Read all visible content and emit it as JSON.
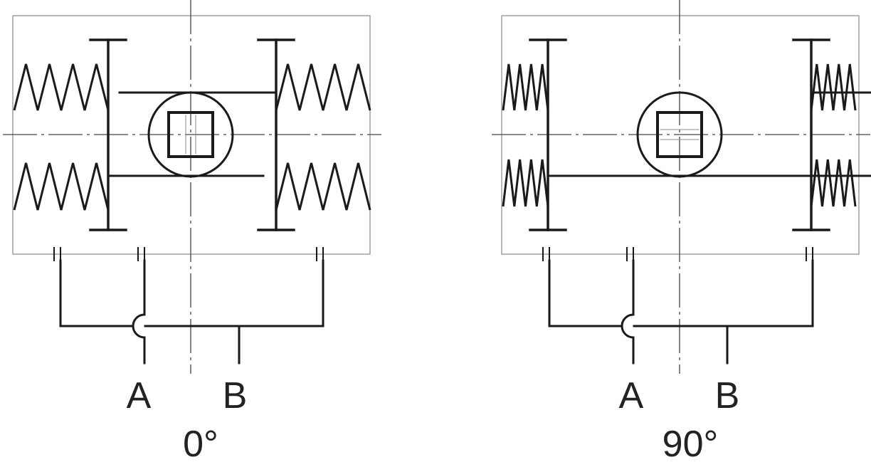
{
  "panels": [
    {
      "port_a": "A",
      "port_b": "B",
      "angle": "0°"
    },
    {
      "port_a": "A",
      "port_b": "B",
      "angle": "90°"
    }
  ],
  "colors": {
    "line": "#1a1a1a",
    "frame": "#888888",
    "centerline": "#444444",
    "background": "#ffffff"
  }
}
